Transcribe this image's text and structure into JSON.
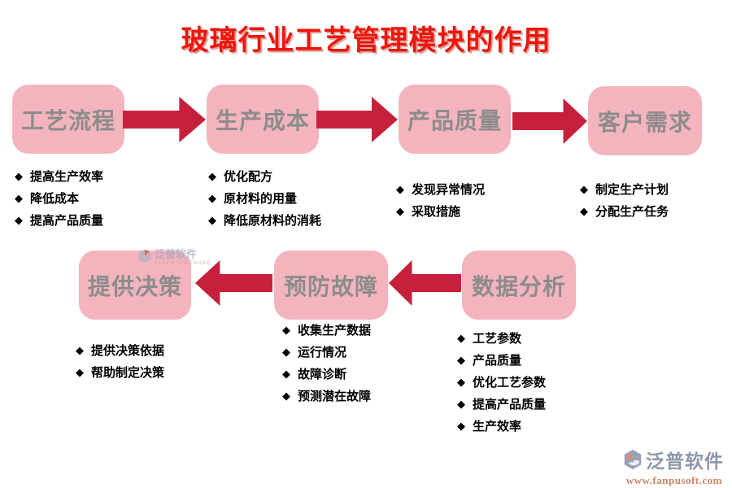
{
  "title": "玻璃行业工艺管理模块的作用",
  "bullet_glyph": "◆",
  "colors": {
    "title": "#ee150a",
    "node_fill": "#f3b4be",
    "node_text": "#8c8c8c",
    "arrow": "#c7203c",
    "list_text": "#000000",
    "brand_text": "#8d96aa",
    "brand_url": "#d2825f"
  },
  "top_flow": {
    "direction": "right",
    "nodes": [
      {
        "label": "工艺流程",
        "items": [
          "提高生产效率",
          "降低成本",
          "提高产品质量"
        ]
      },
      {
        "label": "生产成本",
        "items": [
          "优化配方",
          "原材料的用量",
          "降低原材料的消耗"
        ]
      },
      {
        "label": "产品质量",
        "items": [
          "发现异常情况",
          "采取措施"
        ]
      },
      {
        "label": "客户需求",
        "items": [
          "制定生产计划",
          "分配生产任务"
        ]
      }
    ]
  },
  "bottom_flow": {
    "direction": "left",
    "nodes": [
      {
        "label": "提供决策",
        "items": [
          "提供决策依据",
          "帮助制定决策"
        ]
      },
      {
        "label": "预防故障",
        "items": [
          "收集生产数据",
          "运行情况",
          "故障诊断",
          "预测潜在故障"
        ]
      },
      {
        "label": "数据分析",
        "items": [
          "工艺参数",
          "产品质量",
          "优化工艺参数",
          "提高产品质量",
          "生产效率"
        ]
      }
    ]
  },
  "watermark": {
    "text": "泛普软件",
    "subtext": "FANPU SOFTWARE"
  },
  "brand": {
    "name": "泛普软件",
    "url": "www.fanpusoft.com"
  }
}
